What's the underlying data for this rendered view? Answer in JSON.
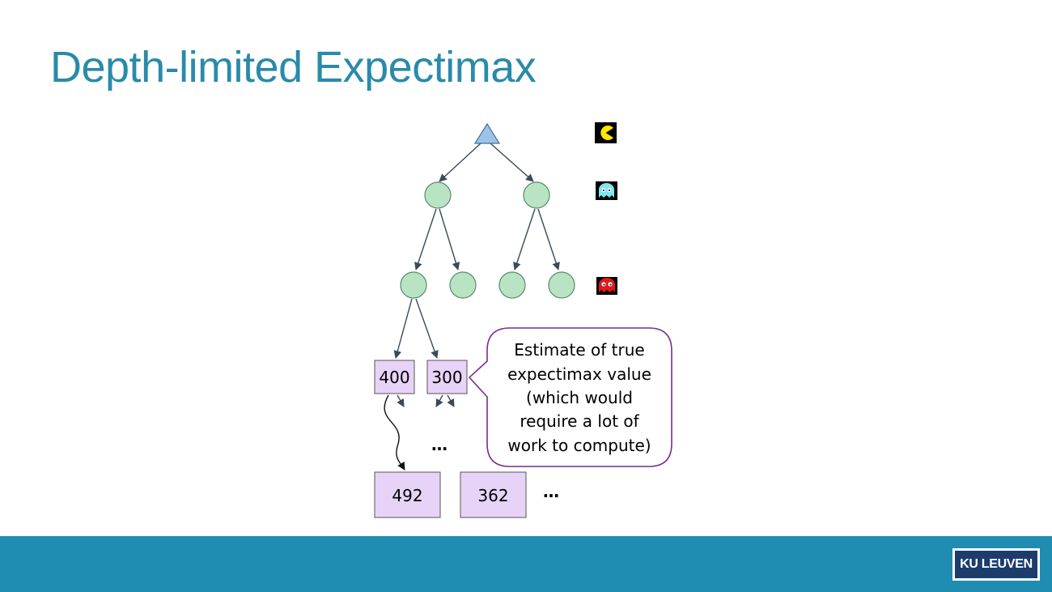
{
  "slide": {
    "title": "Depth-limited Expectimax"
  },
  "colors": {
    "title": "#2a8aaa",
    "footer": "#1f8cb1",
    "logo_bg": "#1c3c6e",
    "max_node": "#9dc3e6",
    "chance_node": "#b8e4c3",
    "leaf_node": "#e7d3f7",
    "callout_border": "#7a2d8c",
    "edge": "#3a4a5a"
  },
  "icons": {
    "max_layer": "pacman-icon",
    "chance_layer_1": "cyan-ghost-icon",
    "chance_layer_2": "red-ghost-icon"
  },
  "leaves": {
    "level1": [
      "400",
      "300"
    ],
    "level2": [
      "492",
      "362"
    ]
  },
  "ellipsis": "…",
  "callout": {
    "lines": [
      "Estimate of true",
      "expectimax value",
      "(which would",
      "require a lot of",
      "work to compute)"
    ]
  },
  "footer": {
    "logo_text": "KU LEUVEN"
  }
}
